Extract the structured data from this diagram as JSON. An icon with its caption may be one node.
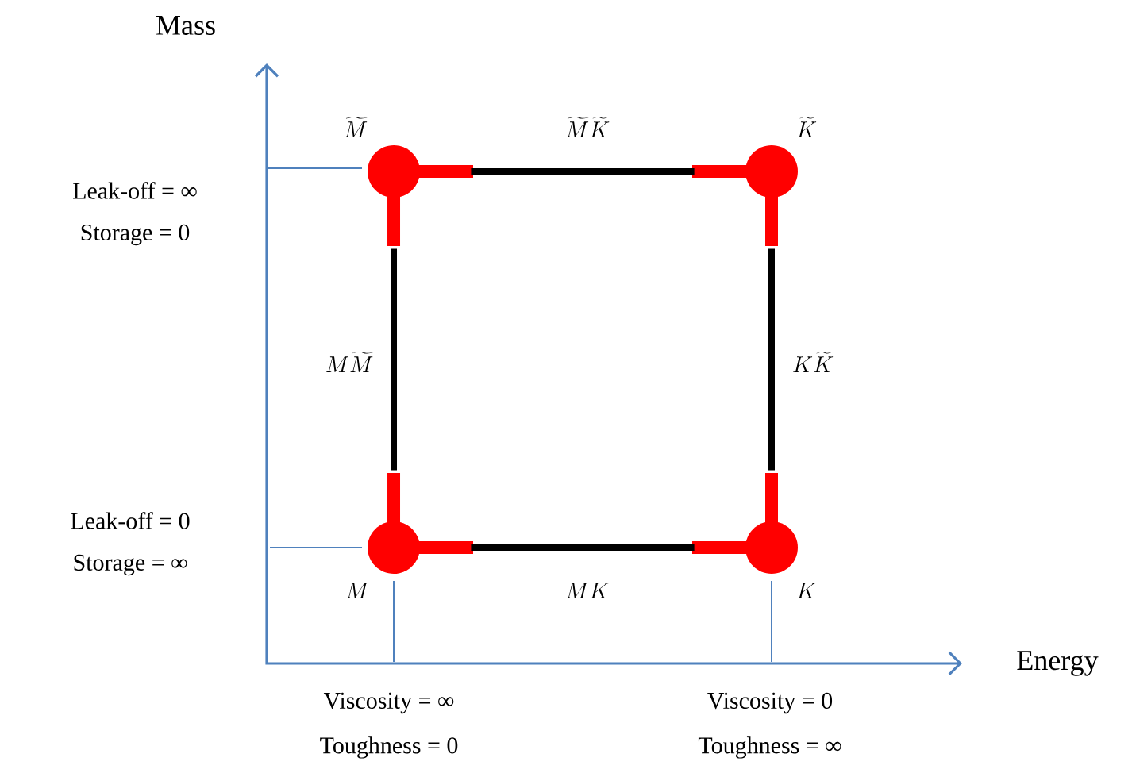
{
  "diagram": {
    "nodes": [
      {
        "text": [],
        "shape": "circle",
        "beside": [
          "\\widetilde{M}"
        ]
      },
      {
        "text": [],
        "shape": "circle",
        "beside": [
          "\\widetilde{K}"
        ]
      },
      {
        "text": [],
        "shape": "circle",
        "beside": [
          "M"
        ]
      },
      {
        "text": [],
        "shape": "circle",
        "beside": [
          "K"
        ]
      }
    ],
    "edges": [
      {
        "from": 0,
        "to": 1,
        "arrow": "none",
        "label": "\\widetilde{M}\\widetilde{K}"
      },
      {
        "from": 0,
        "to": 2,
        "arrow": "none",
        "label": "M\\widetilde{M}"
      },
      {
        "from": 1,
        "to": 3,
        "arrow": "none",
        "label": "K\\widetilde{K}"
      },
      {
        "from": 2,
        "to": 3,
        "arrow": "none",
        "label": "MK"
      }
    ],
    "labels": [
      "Mass",
      "Leak-off = ∞",
      "Storage = 0",
      "Leak-off = 0",
      "Storage = ∞",
      "Energy",
      "Viscosity = ∞",
      "Toughness = 0",
      "Viscosity = 0",
      "Toughness = ∞"
    ]
  }
}
